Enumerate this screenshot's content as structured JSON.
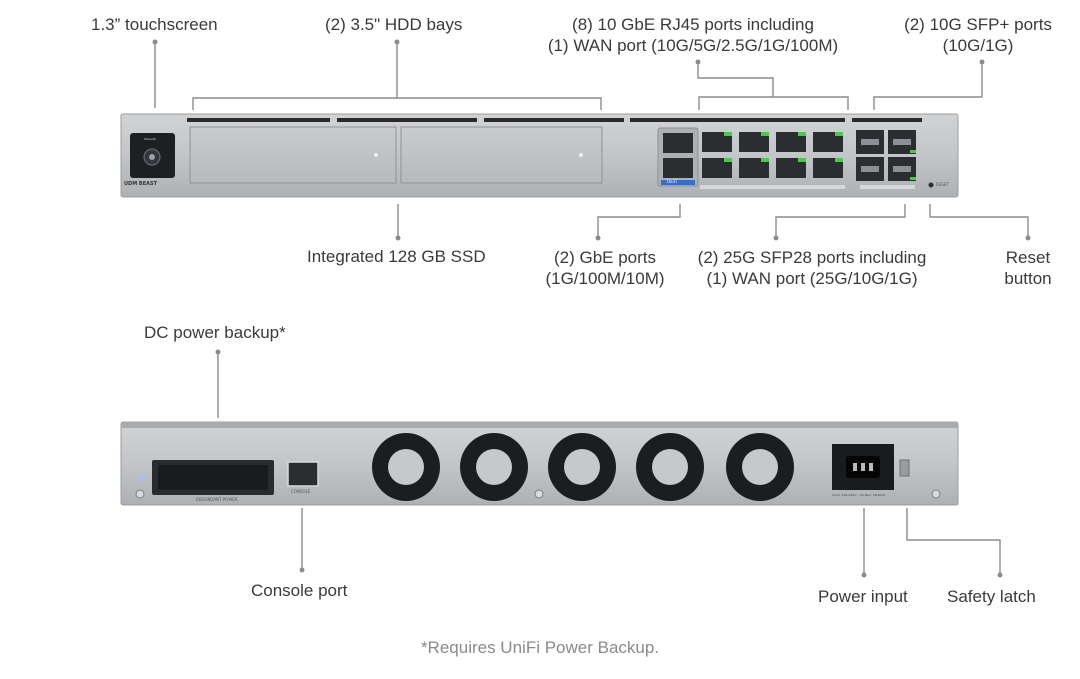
{
  "front_labels": {
    "touchscreen": "1.3” touchscreen",
    "hdd_bays": "(2) 3.5\" HDD bays",
    "rj45_line1": "(8) 10 GbE RJ45 ports including",
    "rj45_line2": "(1) WAN port (10G/5G/2.5G/1G/100M)",
    "sfp_plus_line1": "(2) 10G SFP+ ports",
    "sfp_plus_line2": "(10G/1G)",
    "ssd": "Integrated 128 GB SSD",
    "gbe_line1": "(2) GbE ports",
    "gbe_line2": "(1G/100M/10M)",
    "sfp28_line1": "(2) 25G SFP28 ports including",
    "sfp28_line2": "(1) WAN port (25G/10G/1G)",
    "reset_line1": "Reset",
    "reset_line2": "button"
  },
  "rear_labels": {
    "dc_power": "DC power backup*",
    "console": "Console port",
    "power_input": "Power input",
    "safety_latch": "Safety latch"
  },
  "device_text": {
    "model": "UDM BEAST",
    "screen_brand": "Ubiquiti",
    "port_badge": "UniFi",
    "rear_connector": "REDUNDANT POWER",
    "rear_console": "CONSOLE",
    "rear_power_spec": "Input: 100-240V~ 5A Max. 50/60Hz",
    "reset": "RESET"
  },
  "footnote": "*Requires UniFi Power Backup.",
  "colors": {
    "chassis": "#bfc2c5",
    "port_led": "#3fd13f",
    "badge": "#2f6fd6",
    "leader_line": "#8c8c8c"
  }
}
